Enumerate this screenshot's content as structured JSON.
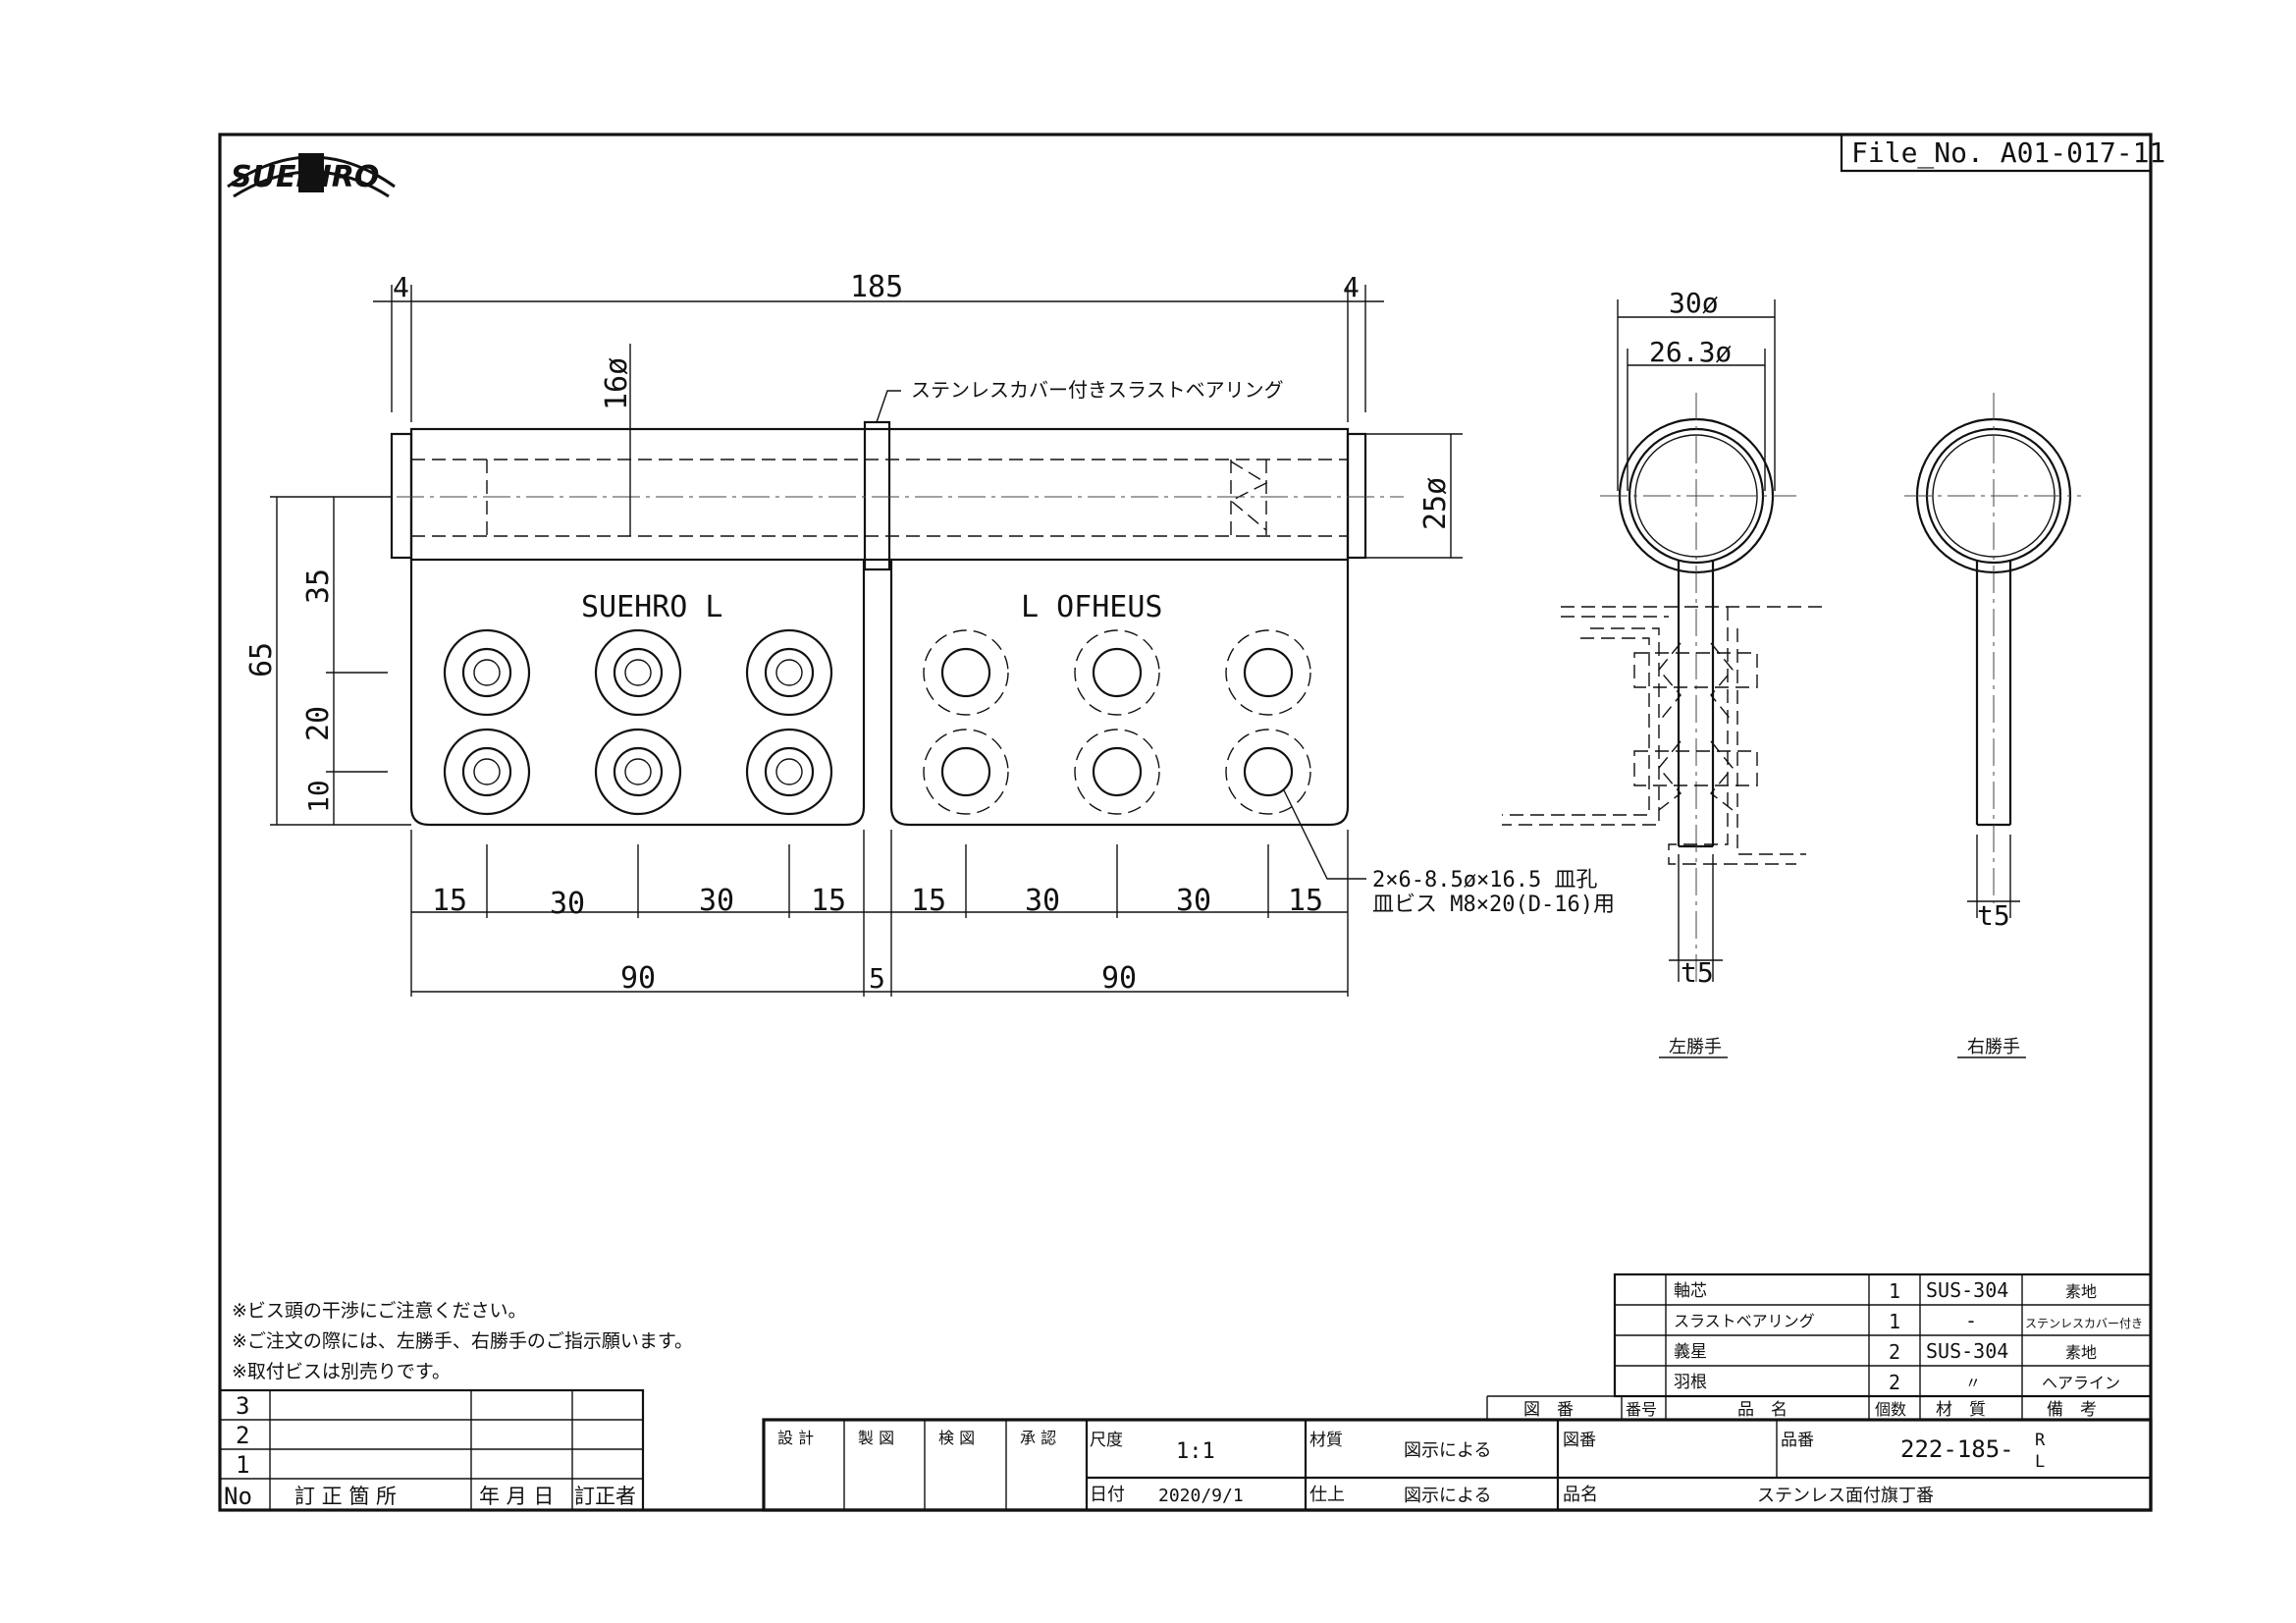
{
  "file_no": "File_No. A01-017-11",
  "logo_text": "SUEHIRO",
  "dims": {
    "top_left_4": "4",
    "top_185": "185",
    "top_right_4": "4",
    "pin_16": "16ø",
    "pin_25": "25ø",
    "h_65": "65",
    "h_35": "35",
    "h_20": "20",
    "h_10": "10",
    "b_15a": "15",
    "b_30a": "30",
    "b_30b": "30",
    "b_15b": "15",
    "b_15c": "15",
    "b_30c": "30",
    "b_30d": "30",
    "b_15d": "15",
    "b_90a": "90",
    "b_5": "5",
    "b_90b": "90",
    "side_30": "30ø",
    "side_263": "26.3ø",
    "t5_left": "t5",
    "t5_right": "t5"
  },
  "callouts": {
    "bearing": "ステンレスカバー付きスラストベアリング",
    "holes_line1": "2×6-8.5ø×16.5 皿孔",
    "holes_line2": "皿ビス M8×20(D-16)用"
  },
  "leaf_marks": {
    "left": "SUEHRO L",
    "right": "L OFHEUS"
  },
  "view_labels": {
    "left_hand": "左勝手",
    "right_hand": "右勝手"
  },
  "notes": [
    "※ビス頭の干渉にご注意ください。",
    "※ご注文の際には、左勝手、右勝手のご指示願います。",
    "※取付ビスは別売りです。"
  ],
  "revision": {
    "rows": [
      "3",
      "2",
      "1"
    ],
    "headers": [
      "No",
      "訂 正 箇 所",
      "年 月 日",
      "訂正者"
    ]
  },
  "parts_table": {
    "rows": [
      {
        "name": "軸芯",
        "qty": "1",
        "material": "SUS-304",
        "remark": "素地"
      },
      {
        "name": "スラストベアリング",
        "qty": "1",
        "material": "-",
        "remark": "ステンレスカバー付き"
      },
      {
        "name": "義星",
        "qty": "2",
        "material": "SUS-304",
        "remark": "素地"
      },
      {
        "name": "羽根",
        "qty": "2",
        "material": "〃",
        "remark": "ヘアライン"
      }
    ],
    "headers": {
      "drawing_no": "図　番",
      "item_no": "番号",
      "name": "品　名",
      "qty": "個数",
      "material": "材　質",
      "remark": "備　考"
    }
  },
  "title_block": {
    "approvals": [
      "設 計",
      "製 図",
      "検 図",
      "承 認"
    ],
    "scale_label": "尺度",
    "scale": "1:1",
    "material_label": "材質",
    "material_value": "図示による",
    "drawing_no_label": "図番",
    "part_no_label": "品番",
    "part_no": "222-185-",
    "part_no_suffix_r": "R",
    "part_no_suffix_l": "L",
    "date_label": "日付",
    "date": "2020/9/1",
    "finish_label": "仕上",
    "finish_value": "図示による",
    "name_label": "品名",
    "name_value": "ステンレス面付旗丁番"
  }
}
